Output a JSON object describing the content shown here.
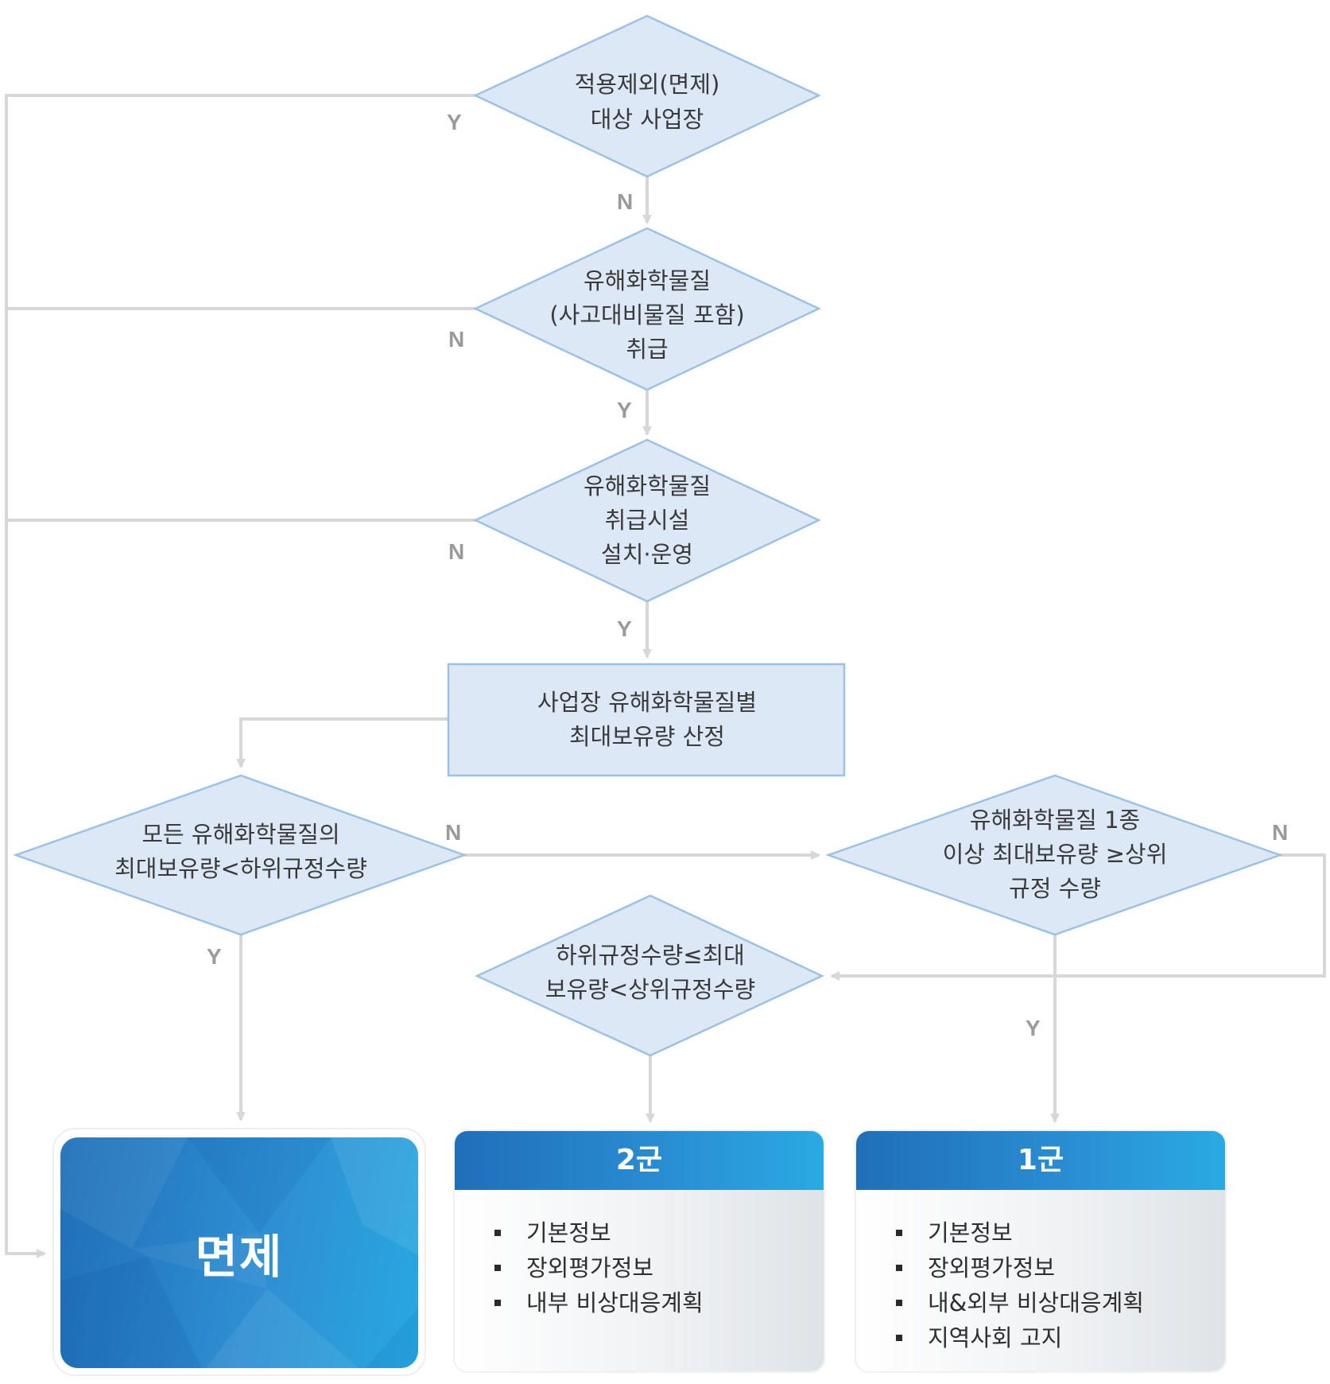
{
  "nodes": {
    "exclusion": [
      "적용제외(면제)",
      "대상 사업장"
    ],
    "handling": [
      "유해화학물질",
      "(사고대비물질 포함)",
      "취급"
    ],
    "facility": [
      "유해화학물질",
      "취급시설",
      "설치·운영"
    ],
    "calc": [
      "사업장 유해화학물질별",
      "최대보유량 산정"
    ],
    "all_below": [
      "모든 유해화학물질의",
      "최대보유량<하위규정수량"
    ],
    "over_upper": [
      "유해화학물질 1종",
      "이상 최대보유량 ≥상위",
      "규정 수량"
    ],
    "between": [
      "하위규정수량≤최대",
      "보유량<상위규정수량"
    ]
  },
  "labels": {
    "exclusion_y": "Y",
    "exclusion_n": "N",
    "handling_n": "N",
    "handling_y": "Y",
    "facility_n": "N",
    "facility_y": "Y",
    "all_below_n": "N",
    "all_below_y": "Y",
    "over_upper_n": "N",
    "over_upper_y": "Y"
  },
  "results": {
    "exempt": {
      "title": "면제"
    },
    "group2": {
      "title": "2군",
      "items": [
        "기본정보",
        "장외평가정보",
        "내부 비상대응계획"
      ]
    },
    "group1": {
      "title": "1군",
      "items": [
        "기본정보",
        "장외평가정보",
        "내&외부 비상대응계획",
        "지역사회 고지"
      ]
    }
  },
  "colors": {
    "diamond_fill": "#dce8f6",
    "diamond_stroke": "#9cc1e6",
    "connector": "#d7d7d7",
    "label_gray": "#9a9a9a",
    "card_blue": "#1f6fb8",
    "card_blue_light": "#29aae2"
  }
}
